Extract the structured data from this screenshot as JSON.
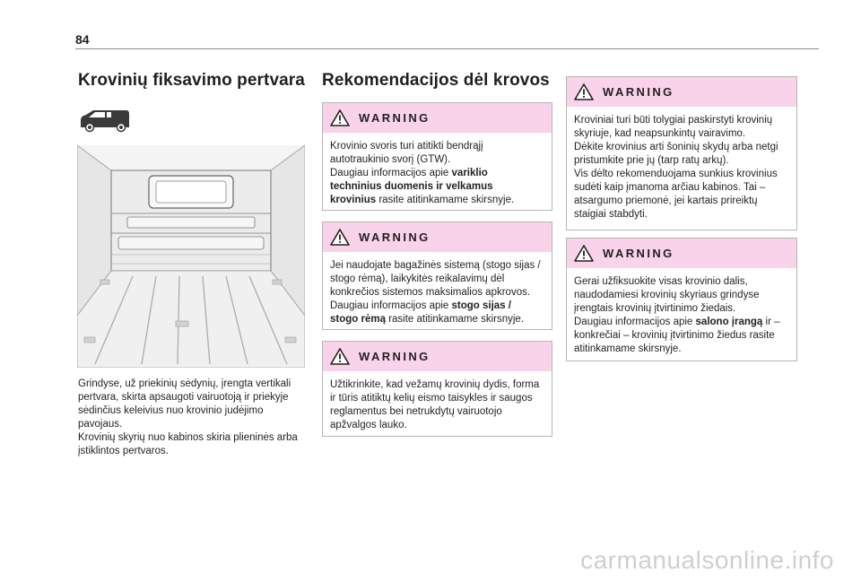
{
  "page": {
    "number": "84"
  },
  "section1": {
    "title": "Krovinių fiksavimo pertvara",
    "lines": [
      "Grindyse, už priekinių sėdynių, įrengta vertikali",
      "pertvara, skirta apsaugoti vairuotoją ir priekyje",
      "sėdinčius keleivius nuo krovinio judėjimo",
      "pavojaus.",
      "Krovinių skyrių nuo kabinos skiria plieninės arba",
      "įstiklintos pertvaros."
    ]
  },
  "section2": {
    "title": "Rekomendacijos dėl krovos"
  },
  "warning_label": "WARNING",
  "warnings": [
    {
      "lines": [
        [
          {
            "t": "Krovinio svoris turi atitikti bendrąjį"
          }
        ],
        [
          {
            "t": "autotraukinio svorį (GTW)."
          }
        ],
        [
          {
            "t": "Daugiau informacijos apie "
          },
          {
            "t": "variklio",
            "b": true
          }
        ],
        [
          {
            "t": "techninius duomenis ir velkamus",
            "b": true
          }
        ],
        [
          {
            "t": "krovinius",
            "b": true
          },
          {
            "t": " rasite atitinkamame skirsnyje."
          }
        ]
      ]
    },
    {
      "lines": [
        [
          {
            "t": "Jei naudojate bagažinės sistemą (stogo sijas /"
          }
        ],
        [
          {
            "t": "stogo rėmą), laikykitės reikalavimų dėl"
          }
        ],
        [
          {
            "t": "konkrečios sistemos maksimalios apkrovos."
          }
        ],
        [
          {
            "t": "Daugiau informacijos apie "
          },
          {
            "t": "stogo sijas /",
            "b": true
          }
        ],
        [
          {
            "t": "stogo rėmą",
            "b": true
          },
          {
            "t": " rasite atitinkamame skirsnyje."
          }
        ]
      ]
    },
    {
      "lines": [
        [
          {
            "t": "Užtikrinkite, kad vežamų krovinių dydis, forma"
          }
        ],
        [
          {
            "t": "ir tūris atitiktų kelių eismo taisykles ir saugos"
          }
        ],
        [
          {
            "t": "reglamentus bei netrukdytų vairuotojo"
          }
        ],
        [
          {
            "t": "apžvalgos lauko."
          }
        ]
      ]
    },
    {
      "lines": [
        [
          {
            "t": "Kroviniai turi būti tolygiai paskirstyti krovinių"
          }
        ],
        [
          {
            "t": "skyriuje, kad neapsunkintų vairavimo."
          }
        ],
        [
          {
            "t": "Dėkite krovinius arti šoninių skydų arba netgi"
          }
        ],
        [
          {
            "t": "pristumkite prie jų (tarp ratų arkų)."
          }
        ],
        [
          {
            "t": "Vis dėlto rekomenduojama sunkius krovinius"
          }
        ],
        [
          {
            "t": "sudėti kaip įmanoma arčiau kabinos. Tai –"
          }
        ],
        [
          {
            "t": "atsargumo priemonė, jei kartais prireiktų"
          }
        ],
        [
          {
            "t": "staigiai stabdyti."
          }
        ]
      ]
    },
    {
      "lines": [
        [
          {
            "t": "Gerai užfiksuokite visas krovinio dalis,"
          }
        ],
        [
          {
            "t": "naudodamiesi krovinių skyriaus grindyse"
          }
        ],
        [
          {
            "t": "įrengtais krovinių įtvirtinimo žiedais."
          }
        ],
        [
          {
            "t": "Daugiau informacijos apie "
          },
          {
            "t": "salono įrangą",
            "b": true
          },
          {
            "t": " ir –"
          }
        ],
        [
          {
            "t": "konkrečiai – krovinių įtvirtinimo žiedus rasite"
          }
        ],
        [
          {
            "t": "atitinkamame skirsnyje."
          }
        ]
      ]
    }
  ],
  "watermark": "carmanualsonline.info",
  "icons": {
    "warning": "warning-triangle-icon",
    "van": "van-icon"
  },
  "colors": {
    "warning_header": "#f8d3ea",
    "rule": "#8a8a8a"
  }
}
